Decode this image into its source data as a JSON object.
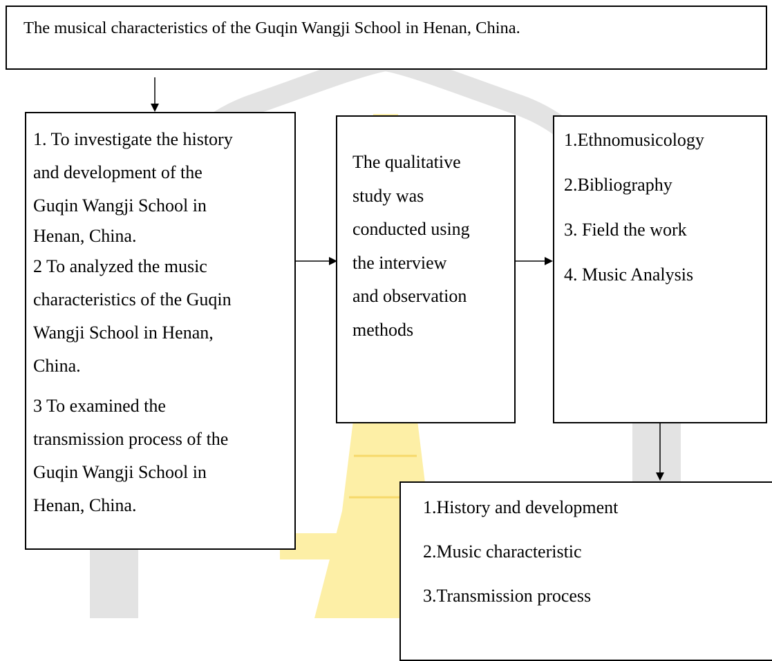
{
  "title": "The musical characteristics of the Guqin Wangji School in Henan, China.",
  "objectives": [
    "1.  To investigate the history",
    "and development of the",
    "Guqin Wangji School in",
    "Henan, China.",
    "2 To analyzed the music",
    "characteristics of the Guqin",
    "Wangji School in Henan,",
    "China.",
    "3 To examined the",
    "transmission process of the",
    "Guqin Wangji School in",
    "Henan, China."
  ],
  "method": [
    "The qualitative",
    "study was",
    "conducted using",
    "the interview",
    "and observation",
    "methods"
  ],
  "tools": [
    "1.Ethnomusicology",
    "2.Bibliography",
    "3. Field the work",
    "4. Music Analysis"
  ],
  "results": [
    "1.History and development",
    "2.Music characteristic",
    "3.Transmission process"
  ],
  "colors": {
    "watermark_gray": "#e3e3e3",
    "watermark_yellow": "#fdefa6",
    "stroke": "#000000"
  }
}
